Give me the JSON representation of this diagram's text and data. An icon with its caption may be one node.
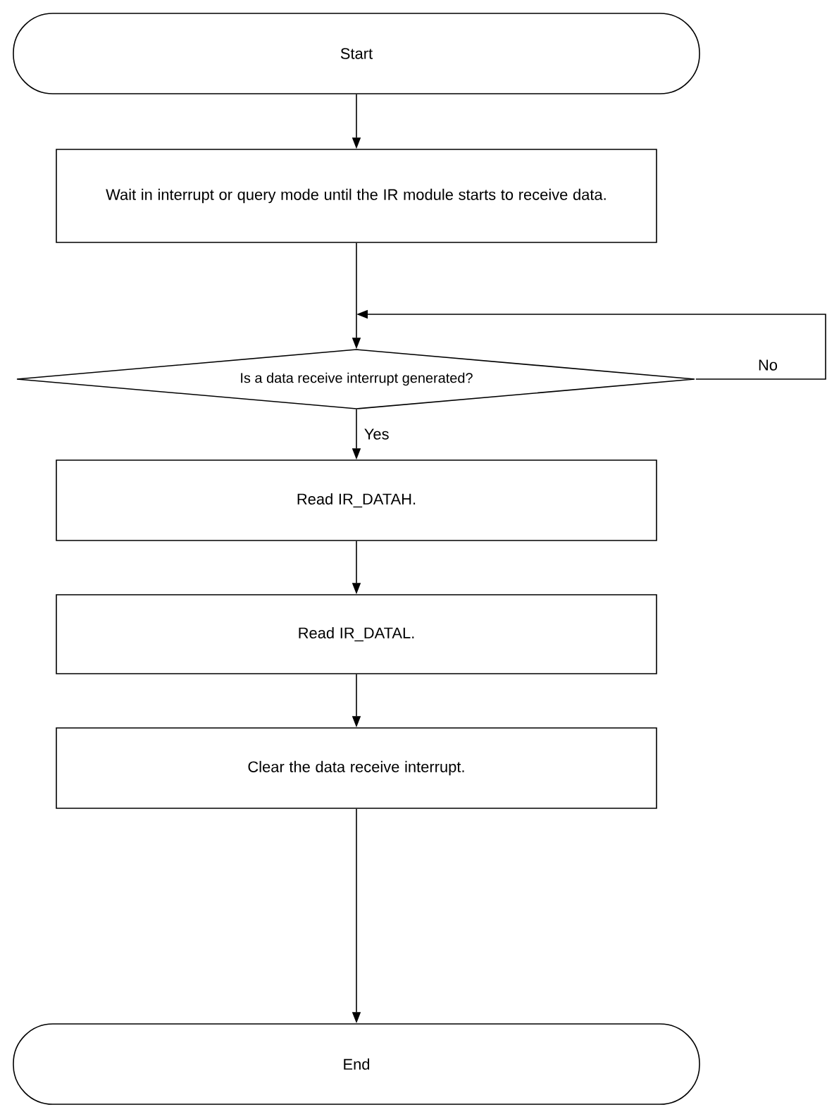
{
  "diagram": {
    "nodes": [
      {
        "text": [
          "Start"
        ]
      },
      {
        "text": [
          "Wait in interrupt or query mode until the IR module starts to receive data."
        ]
      },
      {
        "text": [
          "Is a data receive interrupt generated?"
        ]
      },
      {
        "text": [
          "Read IR_DATAH."
        ]
      },
      {
        "text": [
          "Read IR_DATAL."
        ]
      },
      {
        "text": [
          "Clear the data receive interrupt."
        ]
      },
      {
        "text": [
          "End"
        ]
      }
    ],
    "edges": [
      {
        "from": 0,
        "to": 1,
        "arrow": "to"
      },
      {
        "from": 1,
        "to": 2,
        "arrow": "to"
      },
      {
        "from": 2,
        "to": 3,
        "arrow": "to",
        "label": "Yes"
      },
      {
        "from": 3,
        "to": 4,
        "arrow": "to"
      },
      {
        "from": 4,
        "to": 5,
        "arrow": "to"
      },
      {
        "from": 5,
        "to": 6,
        "arrow": "to"
      },
      {
        "from": 2,
        "to": 2,
        "arrow": "to",
        "label": "No"
      }
    ]
  }
}
